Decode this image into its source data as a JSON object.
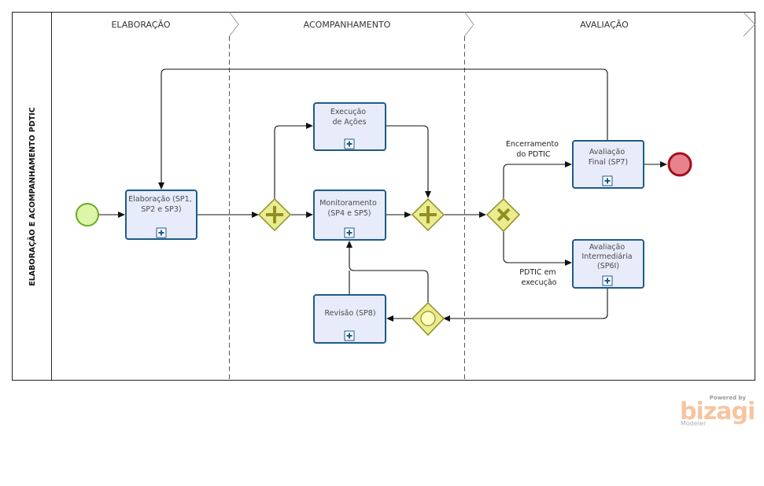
{
  "pool": {
    "title": "ELABORAÇÃO E ACOMPANHAMENTO PDTIC"
  },
  "lanes": [
    "ELABORAÇÃO",
    "ACOMPANHAMENTO",
    "AVALIAÇÃO"
  ],
  "tasks": {
    "elaboracao": [
      "Elaboração (SP1,",
      "SP2 e SP3)"
    ],
    "execucao": [
      "Execução",
      "de Ações"
    ],
    "monitoramento": [
      "Monitoramento",
      "(SP4 e SP5)"
    ],
    "revisao": [
      "Revisão (SP8)"
    ],
    "avaliacao_final": [
      "Avaliação",
      "Final (SP7)"
    ],
    "avaliacao_intermediaria": [
      "Avaliação",
      "Intermediária",
      "(SP6I)"
    ]
  },
  "flows": {
    "encerramento": [
      "Encerramento",
      "do PDTIC"
    ],
    "em_execucao": [
      "PDTIC em",
      "execução"
    ]
  },
  "brand": {
    "powered": "Powered by",
    "name": "bizagi",
    "product": "Modeler"
  },
  "colors": {
    "task_fill": "#e8ecfa",
    "task_stroke": "#1f5a8a",
    "gateway_fill": "#ebeb8f",
    "gateway_stroke": "#8f8f25",
    "start_fill": "#dcf5a9",
    "start_stroke": "#6aab24",
    "end_fill": "#e8838b",
    "end_stroke": "#a0101f"
  }
}
